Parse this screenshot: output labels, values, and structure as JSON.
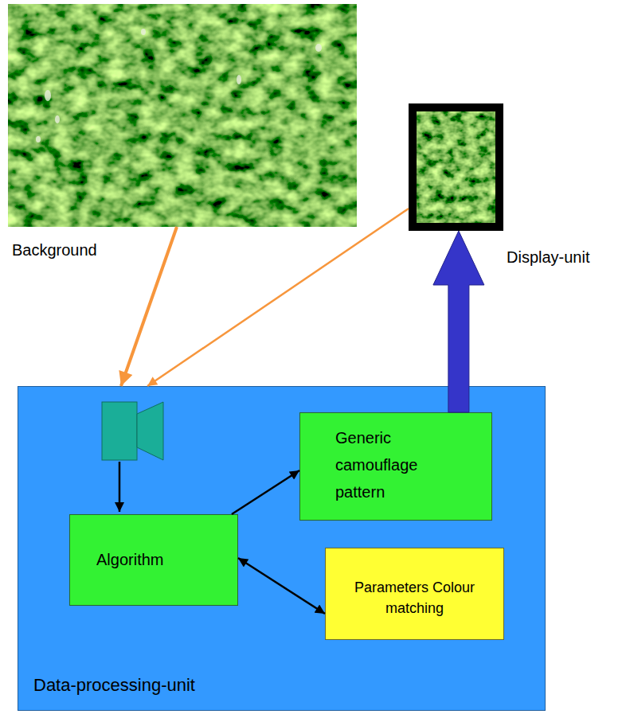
{
  "diagram": {
    "nodes": [
      {
        "text": [
          "Background"
        ]
      },
      {
        "text": [
          "Display-unit"
        ]
      },
      {
        "text": [
          "Data-processing-unit"
        ]
      },
      {
        "text": [
          "Algorithm"
        ],
        "in": 2
      },
      {
        "text": [
          "Generic camouflage pattern"
        ],
        "in": 2
      },
      {
        "text": [
          "Parameters Colour matching"
        ],
        "in": 2
      }
    ],
    "edges": [
      {
        "from": 0,
        "to": 2,
        "arrow": "to"
      },
      {
        "from": 1,
        "to": 2,
        "arrow": "to"
      },
      {
        "from": 3,
        "to": 4,
        "arrow": "to"
      },
      {
        "from": 3,
        "to": 5,
        "arrow": "both"
      },
      {
        "from": 4,
        "to": 1,
        "arrow": "to"
      }
    ]
  }
}
